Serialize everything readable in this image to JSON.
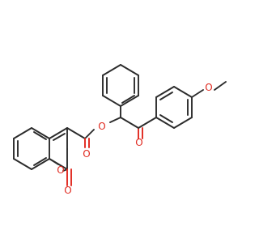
{
  "molecule": {
    "colors": {
      "bond": "#2b2b2b",
      "oxygen": "#e0281e"
    },
    "atom_labels": {
      "ester_oxygen": "O",
      "carbonyl_oxygen_ester": "O",
      "carbonyl_oxygen_ketone": "O",
      "methoxy_oxygen": "O",
      "ring_oxygen": "O",
      "lactone_carbonyl_oxygen": "O"
    }
  }
}
